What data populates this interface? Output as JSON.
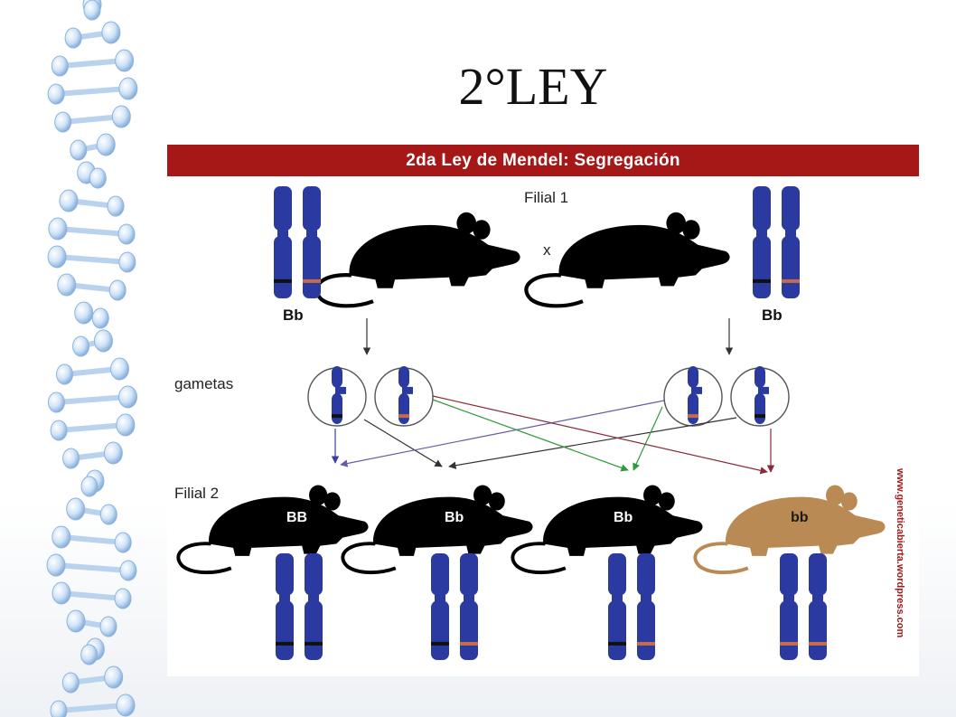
{
  "slide": {
    "title": "2°LEY"
  },
  "figure": {
    "banner": "2da Ley de Mendel: Segregación",
    "filial1_label": "Filial 1",
    "cross_symbol": "x",
    "gametes_label": "gametas",
    "filial2_label": "Filial 2",
    "parents": [
      {
        "genotype": "Bb"
      },
      {
        "genotype": "Bb"
      }
    ],
    "offspring": [
      {
        "genotype": "BB",
        "color": "#000000"
      },
      {
        "genotype": "Bb",
        "color": "#000000"
      },
      {
        "genotype": "Bb",
        "color": "#000000"
      },
      {
        "genotype": "bb",
        "color": "#b98a53"
      }
    ],
    "watermark": "www.geneticabierta.wordpress.com",
    "colors": {
      "banner": "#a61818",
      "chromosome": "#2a3aa0",
      "dominant_band": "#111111",
      "recessive_band": "#c86a4a",
      "brown_mouse": "#b98a53"
    }
  }
}
